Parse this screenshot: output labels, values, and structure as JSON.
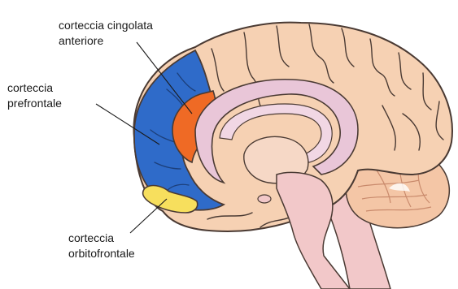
{
  "labels": {
    "anterior_cingulate": {
      "line1": "corteccia cingolata",
      "line2": "anteriore"
    },
    "prefrontal": {
      "line1": "corteccia",
      "line2": "prefrontale"
    },
    "orbitofrontal": {
      "line1": "corteccia",
      "line2": "orbitofrontale"
    }
  },
  "colors": {
    "cortex": "#f6d1b3",
    "cortex_stroke": "#4a3a33",
    "prefrontal": "#2f6bc9",
    "anterior_cingulate": "#ef6a25",
    "orbitofrontal": "#f7df5d",
    "corpus_callosum": "#e9c6d8",
    "brainstem": "#f2c8c9",
    "cerebellum": "#f4c6a6"
  }
}
